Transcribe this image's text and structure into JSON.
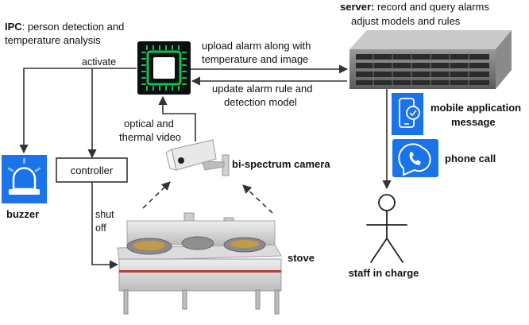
{
  "ipc": {
    "name": "IPC",
    "desc_line1": ": person detection and",
    "desc_line2": "temperature analysis"
  },
  "server": {
    "name": "server:",
    "desc_line1": " record and query alarms",
    "desc_line2": "adjust models and rules"
  },
  "links": {
    "upload_line1": "upload alarm along with",
    "upload_line2": "temperature and image",
    "update_line1": "update alarm rule and",
    "update_line2": "detection model",
    "activate": "activate",
    "video_line1": "optical and",
    "video_line2": "thermal video",
    "shut_line1": "shut",
    "shut_line2": "off"
  },
  "nodes": {
    "controller": "controller",
    "buzzer": "buzzer",
    "camera": "bi-spectrum camera",
    "stove": "stove",
    "mobile_line1": "mobile application",
    "mobile_line2": "message",
    "phone": "phone call",
    "staff": "staff in charge"
  },
  "icons": {
    "chip": "ipc-chip-icon",
    "server": "server-rack-icon",
    "buzzer": "alarm-light-icon",
    "camera": "security-camera-icon",
    "stove": "commercial-stove-icon",
    "mobile": "mobile-message-icon",
    "phone": "phone-call-icon",
    "staff": "stick-figure-icon"
  },
  "colors": {
    "chip_green": "#17c04a",
    "icon_blue": "#1a73e8",
    "arrow": "#333333"
  }
}
